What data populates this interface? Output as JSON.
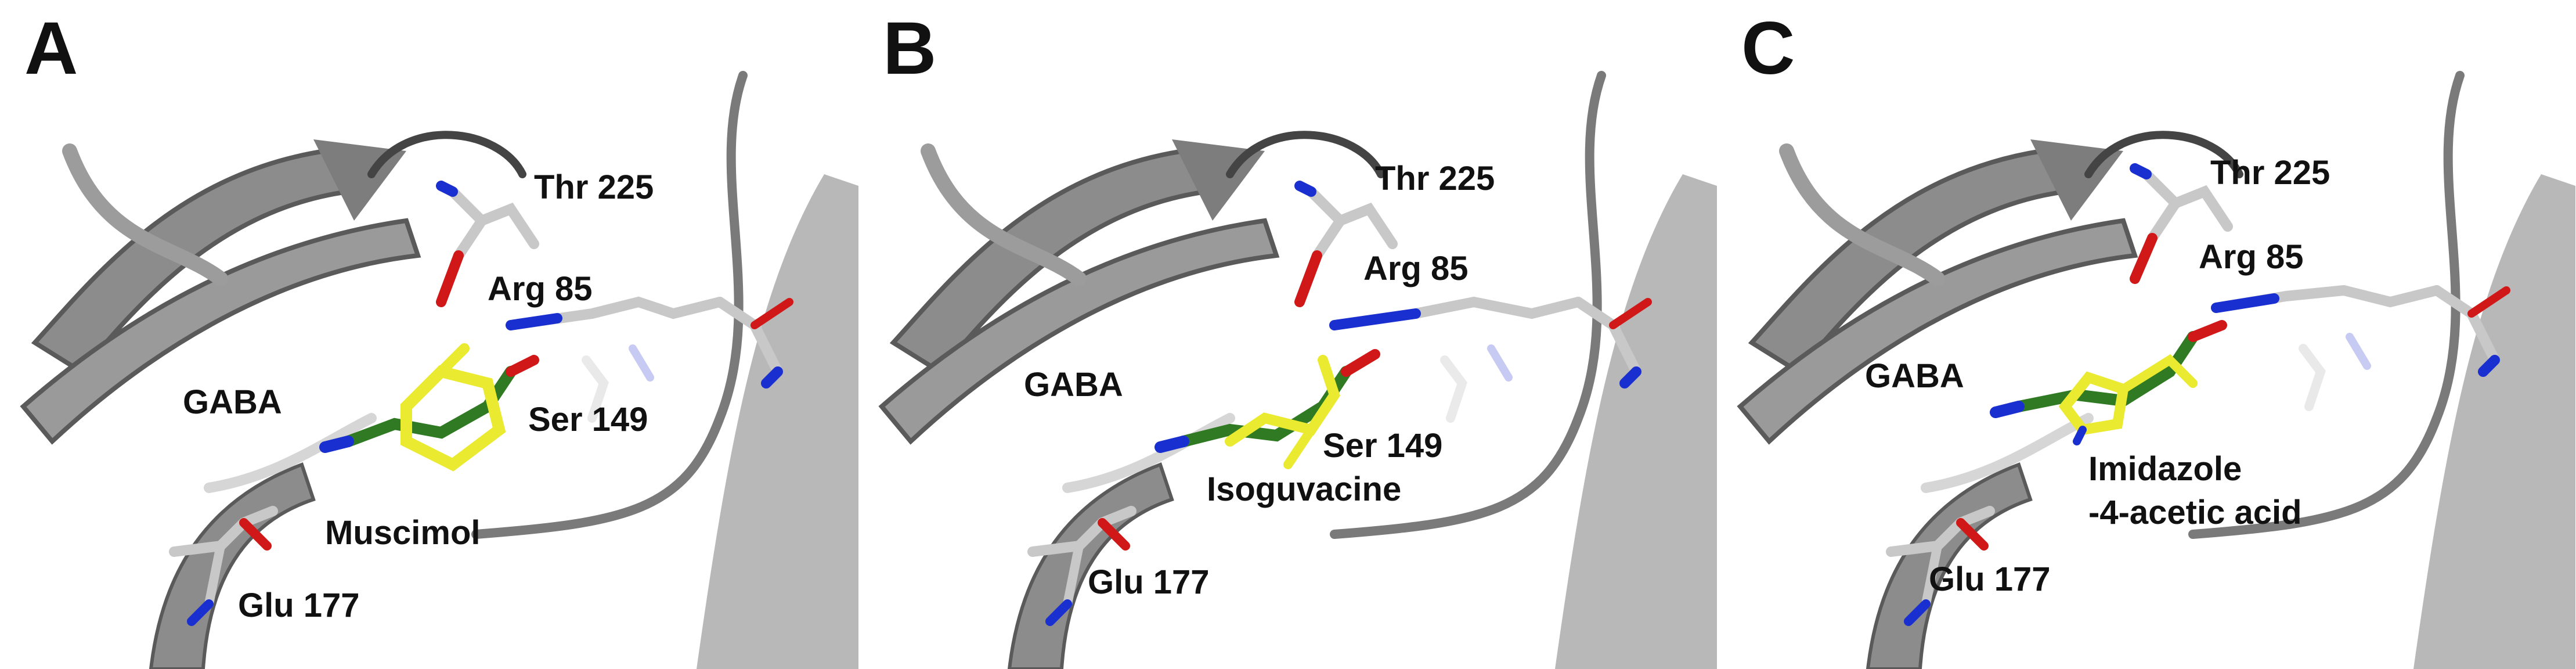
{
  "colors": {
    "ribbon": "#8c8c8c",
    "ribbon_dark": "#5a5a5a",
    "ribbon_light": "#c9c9c9",
    "carbon_grey": "#c8c8c8",
    "hydrogen": "#f4f4f4",
    "oxygen": "#d01818",
    "nitrogen": "#1a2fd0",
    "gaba_green": "#2f7a22",
    "ligand_yellow": "#eaea30"
  },
  "panels": [
    {
      "letter": "A",
      "labels": {
        "thr": "Thr 225",
        "arg": "Arg 85",
        "gaba": "GABA",
        "ser": "Ser 149",
        "ligand": "Muscimol",
        "glu": "Glu 177"
      }
    },
    {
      "letter": "B",
      "labels": {
        "thr": "Thr 225",
        "arg": "Arg 85",
        "gaba": "GABA",
        "ser": "Ser 149",
        "ligand": "Isoguvacine",
        "glu": "Glu 177"
      }
    },
    {
      "letter": "C",
      "labels": {
        "thr": "Thr 225",
        "arg": "Arg 85",
        "gaba": "GABA",
        "ligand": "Imidazole",
        "ligand2": "-4-acetic acid",
        "glu": "Glu 177"
      }
    }
  ]
}
